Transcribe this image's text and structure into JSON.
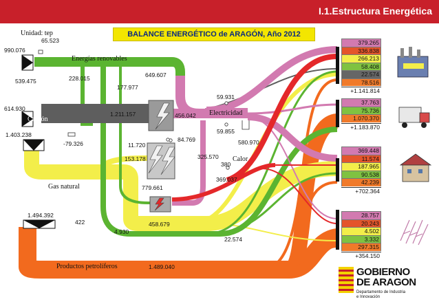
{
  "header": {
    "title": "I.1.Estructura Energética"
  },
  "banner": {
    "title": "BALANCE ENERGÉTICO de ARAGÓN, Año 2012"
  },
  "unit": "Unidad: tep",
  "labels": {
    "renovables": "Energías renovables",
    "carbon": "Carbón",
    "gas": "Gas natural",
    "petroleo": "Productos petrolíferos",
    "electricidad": "Electricidad",
    "calor": "Calor"
  },
  "values": {
    "v_65523": "65.523",
    "v_990076": "990.076",
    "v_539475": "539.475",
    "v_228015": "228.015",
    "v_649607": "649.607",
    "v_177977": "177.977",
    "v_614930": "614.930",
    "v_1211157": "1.211.157",
    "v_456042": "456.042",
    "v_59931": "59.931",
    "v_59855": "59.855",
    "v_580970": "580.970",
    "v_1403238": "1.403.238",
    "v_79326": "-79.326",
    "v_11720": "11.720",
    "v_84769": "84.769",
    "v_153178": "153.178",
    "v_325570": "325.570",
    "v_380": "380",
    "v_369037": "369.037",
    "v_779661": "779.661",
    "v_1494392": "1.494.392",
    "v_422": "422",
    "v_458679": "458.679",
    "v_4930": "4.930",
    "v_22574b": "22.574",
    "v_1489040": "1.489.040"
  },
  "sectors": [
    {
      "name": "industria",
      "cells": [
        {
          "value": "379.265",
          "color": "#d27ab0"
        },
        {
          "value": "336.838",
          "color": "#e4552b"
        },
        {
          "value": "266.213",
          "color": "#f3ee4a"
        },
        {
          "value": "58.408",
          "color": "#7fc241"
        },
        {
          "value": "22.574",
          "color": "#666666"
        },
        {
          "value": "78.516",
          "color": "#f07a2a"
        }
      ],
      "total": "+1.141.814"
    },
    {
      "name": "transporte",
      "cells": [
        {
          "value": "37.763",
          "color": "#d27ab0"
        },
        {
          "value": "75.736",
          "color": "#7fc241"
        },
        {
          "value": "1.070.370",
          "color": "#f07a2a"
        }
      ],
      "total": "+1.183.870"
    },
    {
      "name": "residencial",
      "cells": [
        {
          "value": "369.448",
          "color": "#d27ab0"
        },
        {
          "value": "11.574",
          "color": "#e4552b"
        },
        {
          "value": "187.965",
          "color": "#f3ee4a"
        },
        {
          "value": "90.538",
          "color": "#7fc241"
        },
        {
          "value": "42.239",
          "color": "#f07a2a"
        }
      ],
      "total": "+702.364"
    },
    {
      "name": "agricultura",
      "cells": [
        {
          "value": "28.757",
          "color": "#d27ab0"
        },
        {
          "value": "20.243",
          "color": "#e4552b"
        },
        {
          "value": "4.502",
          "color": "#f3ee4a"
        },
        {
          "value": "3.332",
          "color": "#7fc241"
        },
        {
          "value": "297.315",
          "color": "#f07a2a"
        }
      ],
      "total": "+354.150"
    }
  ],
  "logo": {
    "name1": "GOBIERNO",
    "name2": "DE ARAGON",
    "sub1": "Departamento de Industria",
    "sub2": "e Innovación"
  },
  "colors": {
    "header": "#c8202a",
    "banner": "#f3e600",
    "renovables": "#5bb431",
    "carbon": "#5e5e5e",
    "gas": "#f3ee4a",
    "petroleo": "#f26a1e",
    "electricidad": "#d27ab0",
    "calor": "#e4282a"
  }
}
